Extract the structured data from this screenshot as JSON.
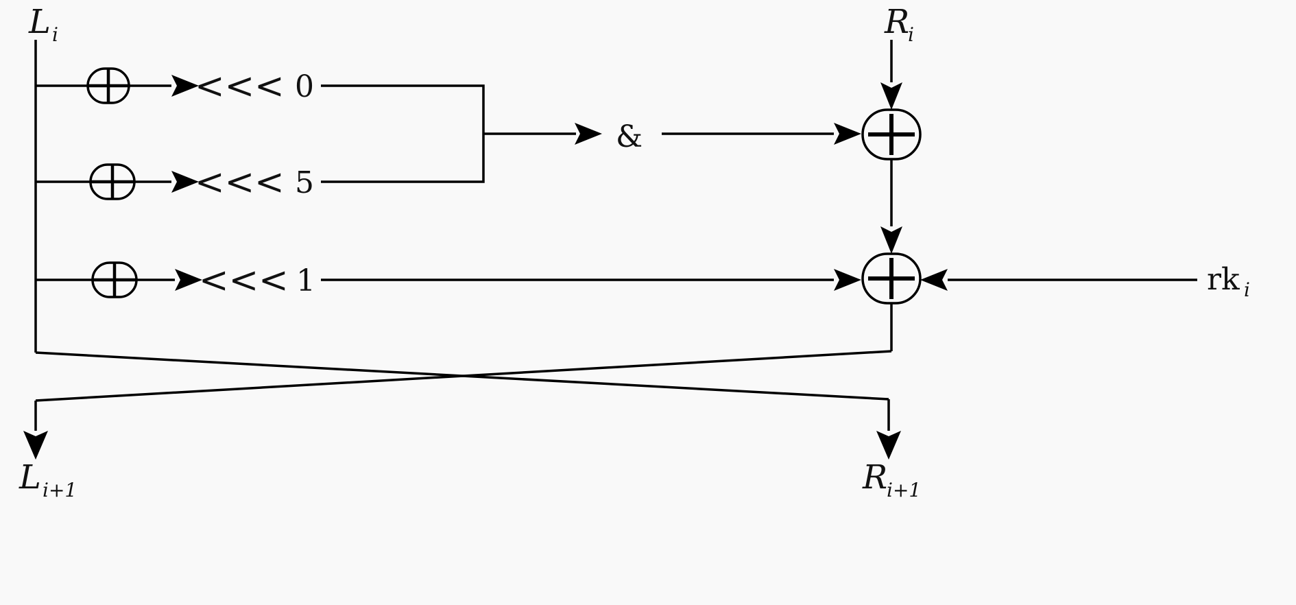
{
  "inputs": {
    "left": {
      "main": "L",
      "sub": "i"
    },
    "right": {
      "main": "R",
      "sub": "i"
    }
  },
  "outputs": {
    "left": {
      "main": "L",
      "sub": "i+1"
    },
    "right": {
      "main": "R",
      "sub": "i+1"
    }
  },
  "round_key": {
    "main": "rk",
    "sub": "i"
  },
  "rotations": [
    {
      "op": "<<<",
      "amount": "0"
    },
    {
      "op": "<<<",
      "amount": "5"
    },
    {
      "op": "<<<",
      "amount": "1"
    }
  ],
  "and_operator": "&"
}
